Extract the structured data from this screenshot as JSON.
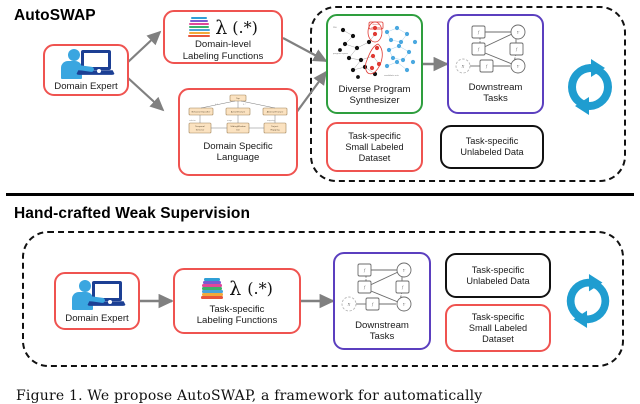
{
  "figure": {
    "caption": "Figure 1.  We propose AutoSWAP, a framework for automatically"
  },
  "panels": [
    {
      "id": "top",
      "title": "AutoSWAP",
      "nodes": {
        "domain_expert": {
          "label": "Domain Expert",
          "icon": "domain-expert-icon",
          "border_color": "#ef5350"
        },
        "domain_level_lf": {
          "label_line1": "Domain-level",
          "label_line2": "Labeling Functions",
          "lambda": "λ",
          "regex": "(.*)",
          "icon": "books-stack-icon",
          "border_color": "#ef5350"
        },
        "dsl": {
          "label_line1": "Domain Specific",
          "label_line2": "Language",
          "icon": "uml-diagram-icon",
          "border_color": "#ef5350"
        },
        "synthesizer": {
          "label_line1": "Diverse Program",
          "label_line2": "Synthesizer",
          "icon": "scatter-cluster-icon",
          "border_color": "#2e9e3e"
        },
        "downstream": {
          "label_line1": "Downstream",
          "label_line2": "Tasks",
          "icon": "factor-graph-icon",
          "border_color": "#5b3fbf"
        },
        "small_labeled": {
          "label_line1": "Task-specific",
          "label_line2": "Small Labeled",
          "label_line3": "Dataset",
          "border_color": "#ef5350"
        },
        "unlabeled": {
          "label_line1": "Task-specific",
          "label_line2": "Unlabeled Data",
          "border_color": "#111111"
        },
        "loop": {
          "icon": "refresh-loop-icon",
          "color": "#1f9dd0"
        }
      }
    },
    {
      "id": "bottom",
      "title": "Hand-crafted Weak Supervision",
      "nodes": {
        "domain_expert": {
          "label": "Domain Expert",
          "icon": "domain-expert-icon",
          "border_color": "#ef5350"
        },
        "task_lf": {
          "label_line1": "Task-specific",
          "label_line2": "Labeling Functions",
          "lambda": "λ",
          "regex": "(.*)",
          "icon": "books-stack-icon",
          "border_color": "#ef5350"
        },
        "downstream": {
          "label_line1": "Downstream",
          "label_line2": "Tasks",
          "icon": "factor-graph-icon",
          "border_color": "#5b3fbf"
        },
        "unlabeled": {
          "label_line1": "Task-specific",
          "label_line2": "Unlabeled Data",
          "border_color": "#111111"
        },
        "small_labeled": {
          "label_line1": "Task-specific",
          "label_line2": "Small Labeled",
          "label_line3": "Dataset",
          "border_color": "#ef5350"
        },
        "loop": {
          "icon": "refresh-loop-icon",
          "color": "#1f9dd0"
        }
      }
    }
  ],
  "colors": {
    "red": "#ef5350",
    "green": "#2e9e3e",
    "purple": "#5b3fbf",
    "black": "#111111",
    "cyan": "#1f9dd0",
    "expert_blue": "#3aa6e0",
    "laptop_navy": "#1c3f94",
    "arrow_gray": "#808080",
    "dsl_box": "#fbe2c0"
  }
}
